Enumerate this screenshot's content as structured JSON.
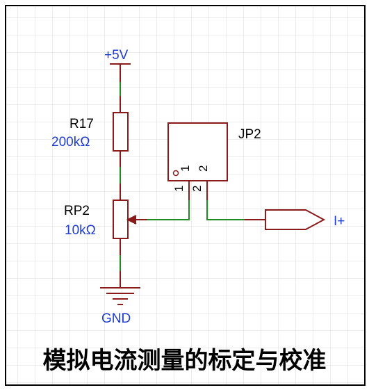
{
  "colors": {
    "wire": "#1f8a1f",
    "component": "#8b1a1a",
    "label_blue": "#1e3cd0",
    "frame": "#000000",
    "grid": "#d8d8d8"
  },
  "labels": {
    "vcc": "+5V",
    "r17_ref": "R17",
    "r17_value": "200kΩ",
    "rp2_ref": "RP2",
    "rp2_value": "10kΩ",
    "gnd": "GND",
    "jp2_ref": "JP2",
    "jp2_inner_pin1": "1",
    "jp2_inner_pin2": "2",
    "jp2_pin1": "1",
    "jp2_pin2": "2",
    "port_net": "I+"
  },
  "caption": "模拟电流测量的标定与校准",
  "icons": [
    "power-symbol",
    "ground-symbol",
    "resistor",
    "potentiometer",
    "connector",
    "port-arrow"
  ]
}
